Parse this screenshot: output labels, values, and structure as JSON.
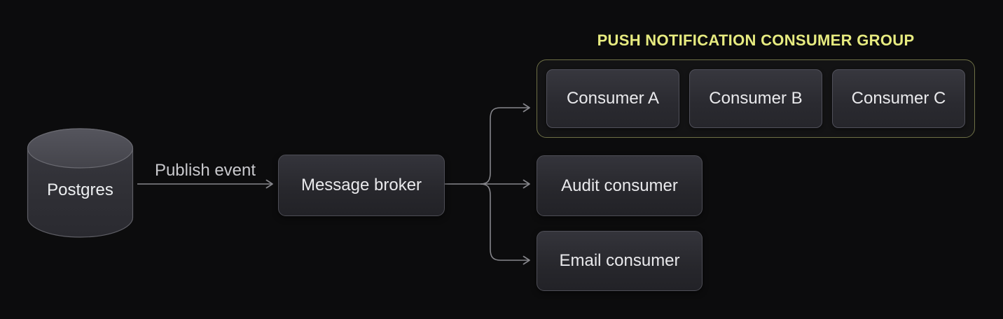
{
  "diagram": {
    "background_color": "#0c0c0d",
    "type": "event-driven-architecture-flow"
  },
  "nodes": {
    "postgres": {
      "label": "Postgres",
      "shape": "database-cylinder"
    },
    "message_broker": {
      "label": "Message broker",
      "shape": "rounded-box"
    },
    "audit_consumer": {
      "label": "Audit consumer",
      "shape": "rounded-box"
    },
    "email_consumer": {
      "label": "Email consumer",
      "shape": "rounded-box"
    }
  },
  "consumer_group": {
    "title": "PUSH NOTIFICATION CONSUMER GROUP",
    "members": [
      {
        "label": "Consumer A"
      },
      {
        "label": "Consumer B"
      },
      {
        "label": "Consumer C"
      }
    ]
  },
  "edges": {
    "publish_event": {
      "label": "Publish event",
      "from": "postgres",
      "to": "message_broker"
    },
    "broker_to_group": {
      "label": "",
      "from": "message_broker",
      "to": "push-notification-consumer-group"
    },
    "broker_to_audit": {
      "label": "",
      "from": "message_broker",
      "to": "audit_consumer"
    },
    "broker_to_email": {
      "label": "",
      "from": "message_broker",
      "to": "email_consumer"
    }
  },
  "colors": {
    "accent_yellow": "#e7eb80",
    "group_border": "#6e7046",
    "arrow": "#86868b",
    "node_text": "#e9e9ec",
    "edge_label_text": "#c9c9cd",
    "node_fill_top": "#34343b",
    "node_fill_bottom": "#222227"
  }
}
